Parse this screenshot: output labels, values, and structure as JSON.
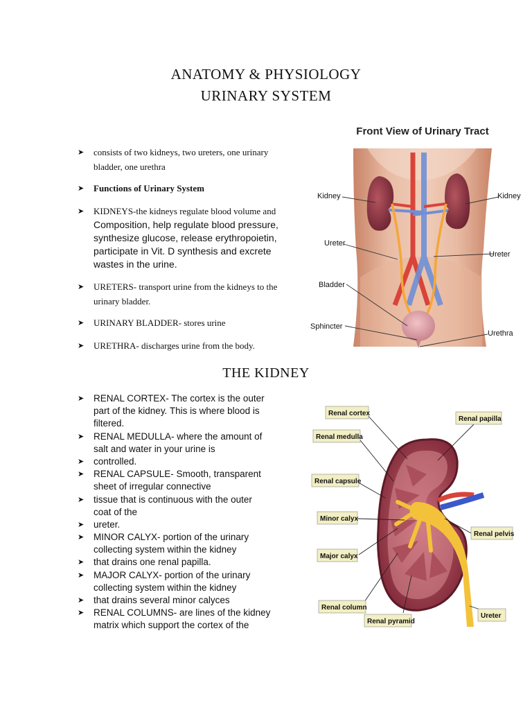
{
  "header": {
    "title_line1": "ANATOMY & PHYSIOLOGY",
    "title_line2": "URINARY SYSTEM"
  },
  "intro": {
    "consists": [
      "consists of two kidneys, two ureters, one urinary",
      "bladder, one  urethra"
    ],
    "functions_heading": "Functions of Urinary System",
    "kidneys_lead": "KIDNEYS-the kidneys regulate blood volume and",
    "kidneys_rest": [
      "Composition, help regulate blood pressure,",
      "synthesize glucose, release erythropoietin,",
      "participate in Vit. D synthesis and excrete",
      "wastes in the urine."
    ],
    "ureters": [
      "URETERS- transport urine from the kidneys to the",
      "urinary bladder."
    ],
    "bladder": "URINARY BLADDER- stores urine",
    "urethra": "URETHRA- discharges urine from the body."
  },
  "figure1": {
    "title": "Front View of Urinary Tract",
    "labels": {
      "kidney_left": "Kidney",
      "kidney_right": "Kidney",
      "ureter_left": "Ureter",
      "ureter_right": "Ureter",
      "bladder": "Bladder",
      "sphincter": "Sphincter",
      "urethra": "Urethra"
    }
  },
  "kidney_section": {
    "heading": "THE KIDNEY",
    "lines": [
      "RENAL CORTEX- The cortex is the outer",
      "part of the kidney. This is where blood is",
      "filtered.",
      "RENAL MEDULLA- where the amount of",
      "salt and water in your urine is",
      "controlled.",
      "RENAL CAPSULE- Smooth, transparent",
      "sheet of irregular connective",
      "tissue that is continuous with the outer",
      "coat of the",
      "ureter.",
      "MINOR CALYX- portion of the urinary",
      "collecting system within the kidney",
      "that drains one renal papilla.",
      "MAJOR CALYX- portion of the urinary",
      "collecting system within the kidney",
      "that drains several minor calyces",
      "RENAL COLUMNS- are lines of the kidney",
      "matrix which support the cortex of the"
    ]
  },
  "figure2": {
    "labels": {
      "renal_cortex": "Renal cortex",
      "renal_papilla": "Renal papilla",
      "renal_medulla": "Renal medulla",
      "renal_capsule": "Renal capsule",
      "minor_calyx": "Minor calyx",
      "renal_pelvis": "Renal pelvis",
      "major_calyx": "Major calyx",
      "renal_column": "Renal column",
      "renal_pyramid": "Renal pyramid",
      "ureter": "Ureter"
    }
  },
  "colors": {
    "label_box": "#f2efc4",
    "kidney": "#8b2f3c",
    "skin": "#d9a58a",
    "ureter_yellow": "#f3c23a",
    "artery": "#d9443a",
    "vein": "#3b59c9"
  }
}
